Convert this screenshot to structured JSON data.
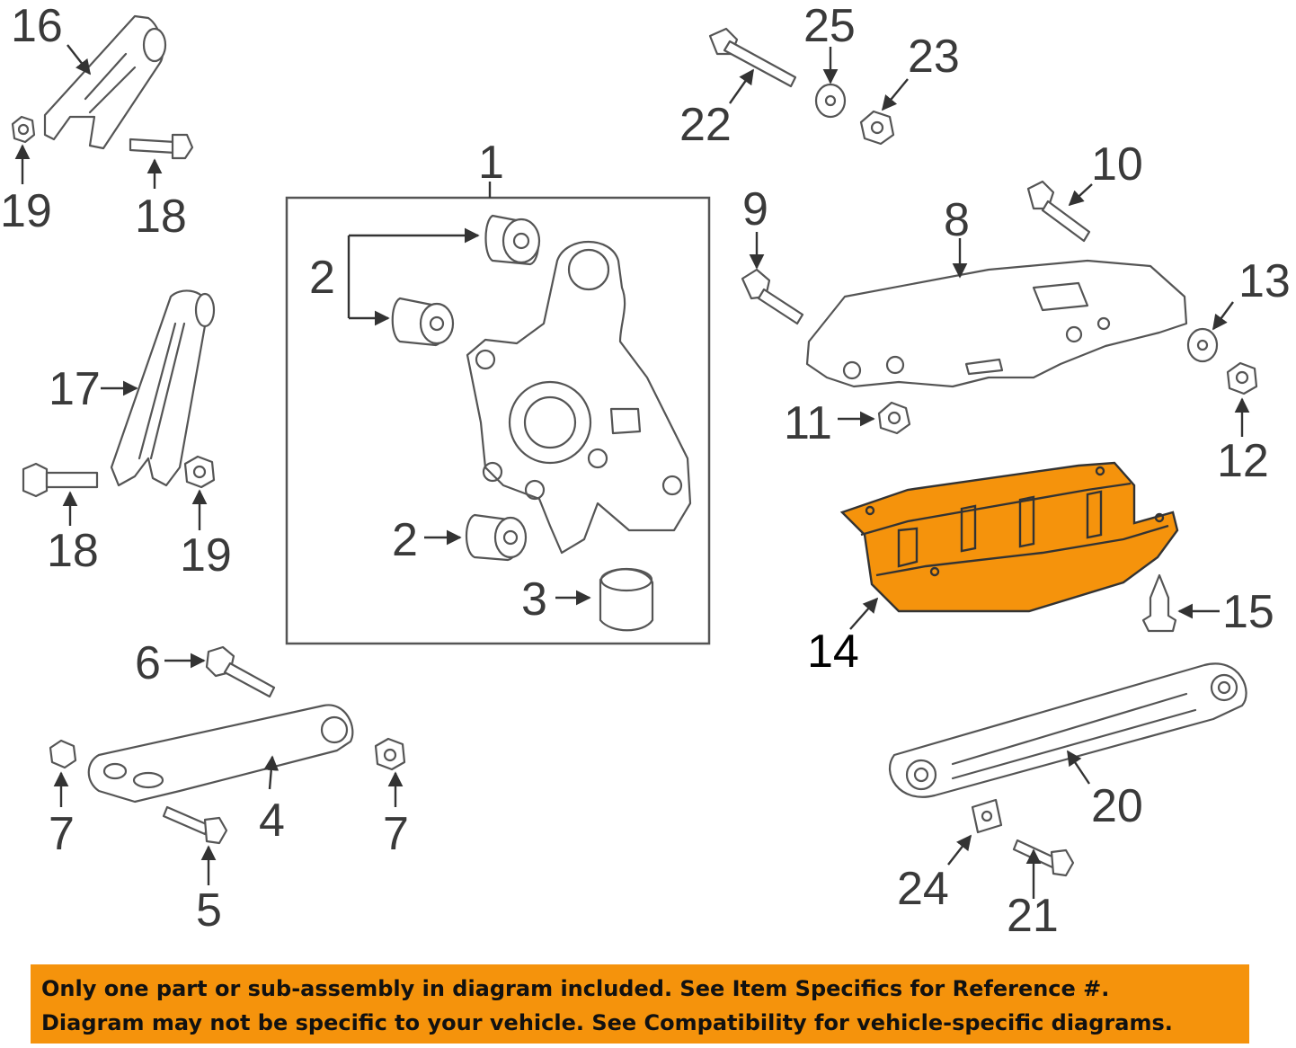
{
  "diagram": {
    "highlight_color": "#f5930c",
    "line_color": "#555555",
    "callouts": [
      "1",
      "2",
      "2",
      "2",
      "3",
      "4",
      "5",
      "6",
      "7",
      "7",
      "8",
      "9",
      "10",
      "11",
      "12",
      "13",
      "14",
      "15",
      "16",
      "17",
      "18",
      "18",
      "19",
      "19",
      "20",
      "21",
      "22",
      "23",
      "24",
      "25"
    ],
    "highlighted_callout": "14"
  },
  "notice": {
    "background": "#f5930c",
    "line1": "Only one part or sub-assembly in diagram included. See Item Specifics for Reference #.",
    "line2": "Diagram may not be specific to your vehicle. See Compatibility for vehicle-specific diagrams."
  }
}
